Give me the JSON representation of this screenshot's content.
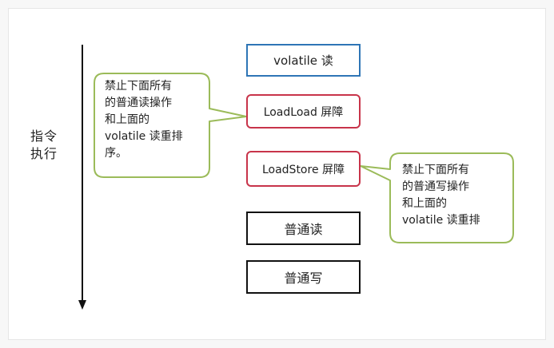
{
  "axis": {
    "label_line1": "指令",
    "label_line2": "执行"
  },
  "boxes": [
    {
      "id": "volatile-read",
      "label": "volatile 读",
      "style": "blue"
    },
    {
      "id": "loadload-barrier",
      "label": "LoadLoad 屏障",
      "style": "red"
    },
    {
      "id": "loadstore-barrier",
      "label": "LoadStore 屏障",
      "style": "red"
    },
    {
      "id": "normal-read",
      "label": "普通读",
      "style": "black"
    },
    {
      "id": "normal-write",
      "label": "普通写",
      "style": "black"
    }
  ],
  "callouts": {
    "left": {
      "lines": [
        "禁止下面所有",
        "的普通读操作",
        "和上面的",
        "volatile 读重排",
        "序。"
      ]
    },
    "right": {
      "lines": [
        "禁止下面所有",
        "的普通写操作",
        "和上面的",
        "volatile 读重排"
      ]
    }
  },
  "colors": {
    "blue_border": "#2e75b6",
    "red_border": "#c8344a",
    "callout_border": "#9bbb59",
    "arrow": "#111111"
  }
}
